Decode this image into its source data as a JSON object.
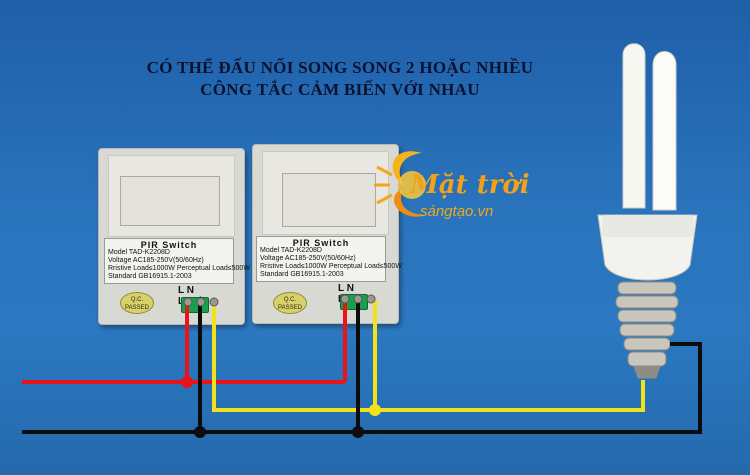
{
  "heading": {
    "line1": "CÓ THỂ ĐẤU NỐI SONG SONG 2 HOẶC NHIỀU",
    "line2": "CÔNG TẮC CẢM BIẾN VỚI NHAU"
  },
  "logo": {
    "name": "Mặt trời",
    "sub": "sángtạo.vn"
  },
  "devices": [
    {
      "title": "PIR  Switch",
      "model": "Model  TAD-K2208D",
      "voltage": "Voltage  AC185-250V(50/60Hz)",
      "load": "Rristive Load≤1000W  Perceptual Load≤500W",
      "standard": "Standard  GB16915.1-2003",
      "terminals": "L  N  Load",
      "qc": "Q.C. PASSED"
    },
    {
      "title": "PIR  Switch",
      "model": "Model  TAD-K2208D",
      "voltage": "Voltage  AC185-250V(50/60Hz)",
      "load": "Rristive Load≤1000W  Perceptual Load≤500W",
      "standard": "Standard  GB16915.1-2003",
      "terminals": "L  N  Load",
      "qc": "Q.C. PASSED"
    }
  ],
  "colors": {
    "live": "#e8141a",
    "neutral": "#0c0c0c",
    "load": "#f3e11a"
  }
}
